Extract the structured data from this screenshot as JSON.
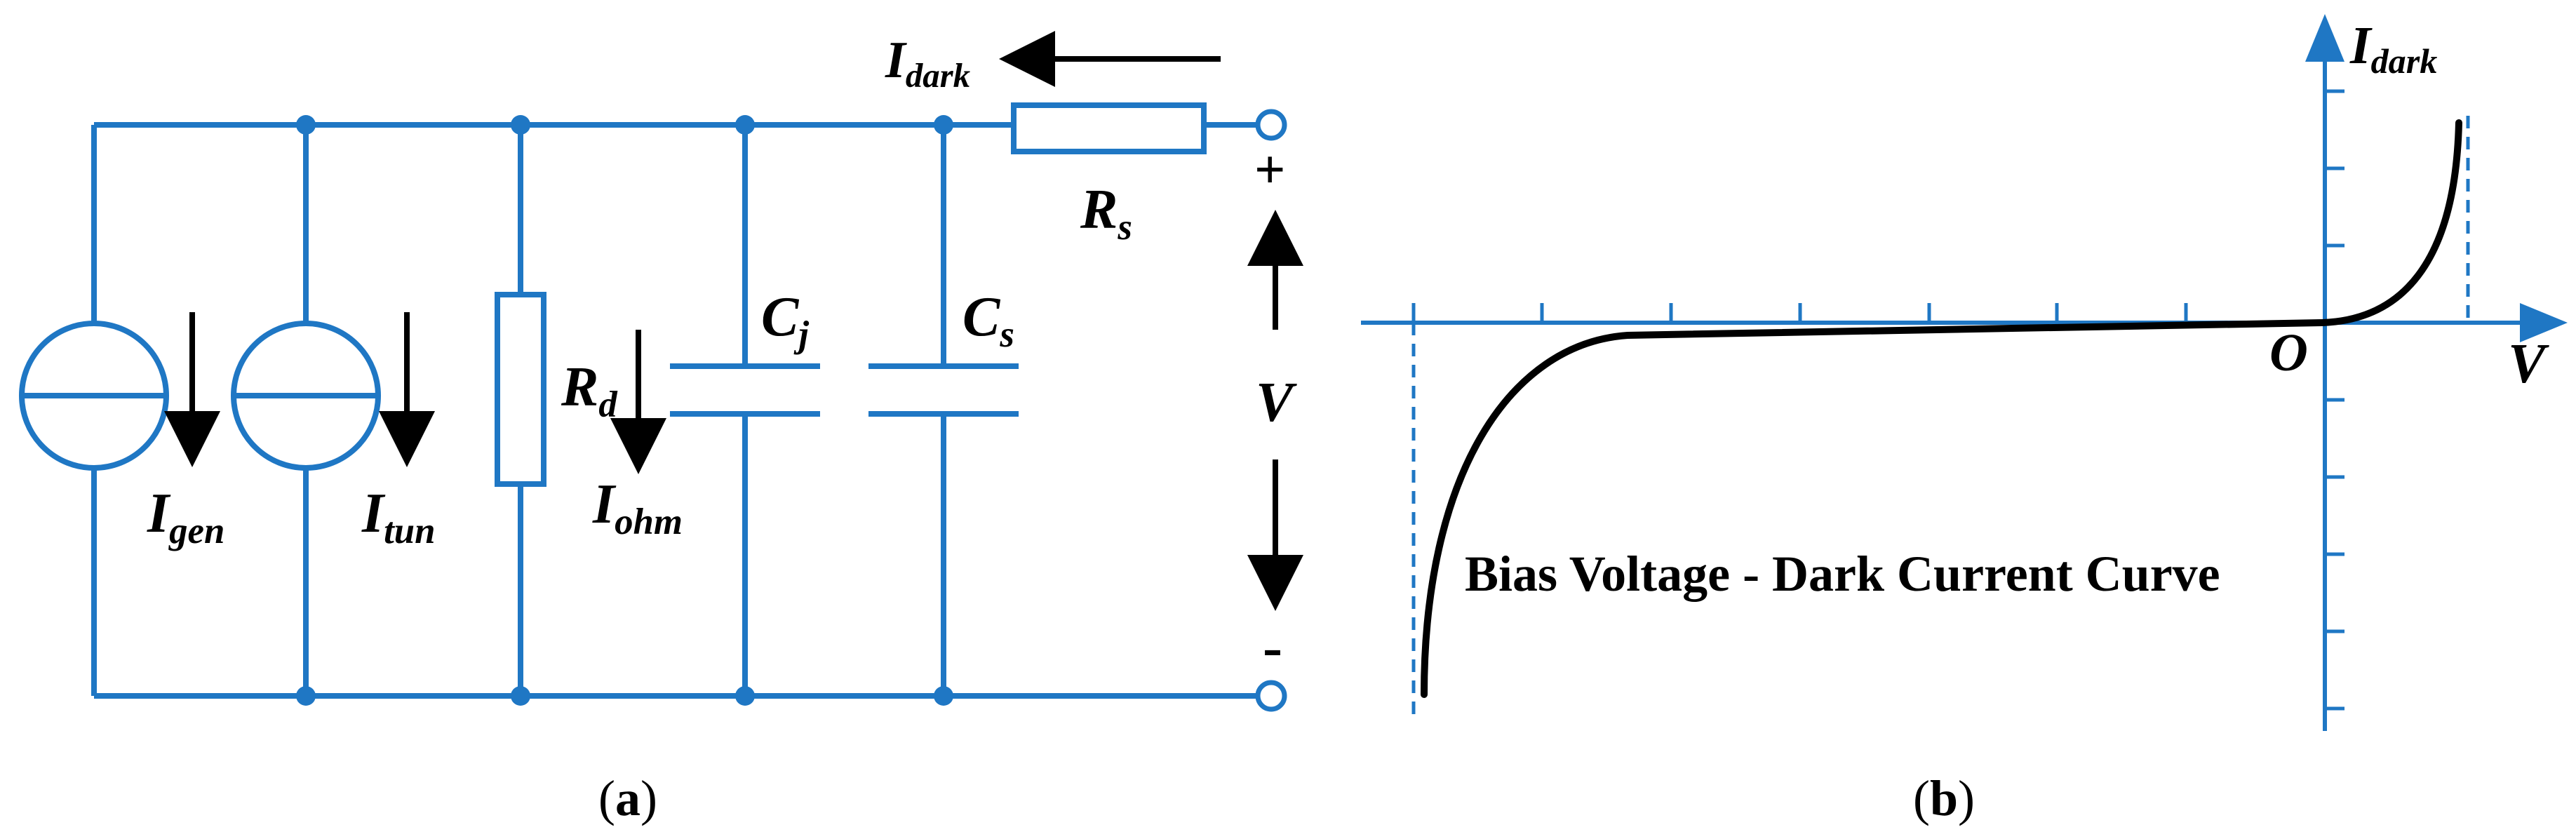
{
  "colors": {
    "circuit": "#1f77c4",
    "arrows": "#000000",
    "curve": "#000000",
    "background": "#ffffff"
  },
  "panel_a": {
    "caption": {
      "open": "(",
      "letter": "a",
      "close": ")"
    },
    "labels": {
      "i_dark": {
        "main": "I",
        "sub": "dark"
      },
      "r_s": {
        "main": "R",
        "sub": "s"
      },
      "plus": "+",
      "minus": "-",
      "v": "V",
      "c_j": {
        "main": "C",
        "sub": "j"
      },
      "c_s": {
        "main": "C",
        "sub": "s"
      },
      "r_d": {
        "main": "R",
        "sub": "d"
      },
      "i_gen": {
        "main": "I",
        "sub": "gen"
      },
      "i_tun": {
        "main": "I",
        "sub": "tun"
      },
      "i_ohm": {
        "main": "I",
        "sub": "ohm"
      }
    }
  },
  "panel_b": {
    "caption": {
      "open": "(",
      "letter": "b",
      "close": ")"
    },
    "y_axis_label": {
      "main": "I",
      "sub": "dark"
    },
    "x_axis_label": "V",
    "origin_label": "O",
    "curve_label": "Bias Voltage - Dark Current Curve"
  }
}
